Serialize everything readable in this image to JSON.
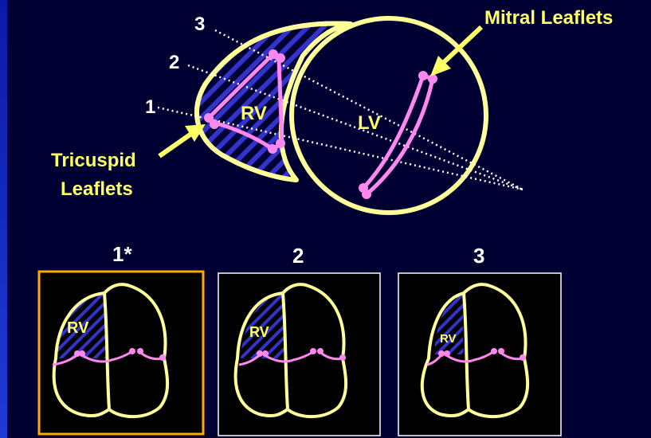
{
  "diagram": {
    "plane_numbers": [
      "1",
      "2",
      "3"
    ],
    "chamber_labels": {
      "rv": "RV",
      "lv": "LV"
    },
    "callouts": {
      "mitral": "Mitral Leaflets",
      "tricuspid_line1": "Tricuspid",
      "tricuspid_line2": "Leaflets"
    }
  },
  "panels": [
    {
      "title": "1*",
      "label": "RV",
      "selected": true
    },
    {
      "title": "2",
      "label": "RV",
      "selected": false
    },
    {
      "title": "3",
      "label": "RV",
      "selected": false
    }
  ],
  "colors": {
    "background": "#000033",
    "outline": "#ffff99",
    "leaflet": "#ff88ee",
    "hatch": "#3333cc",
    "label_yellow": "#ffff66",
    "selected_frame": "#ffaa00"
  }
}
